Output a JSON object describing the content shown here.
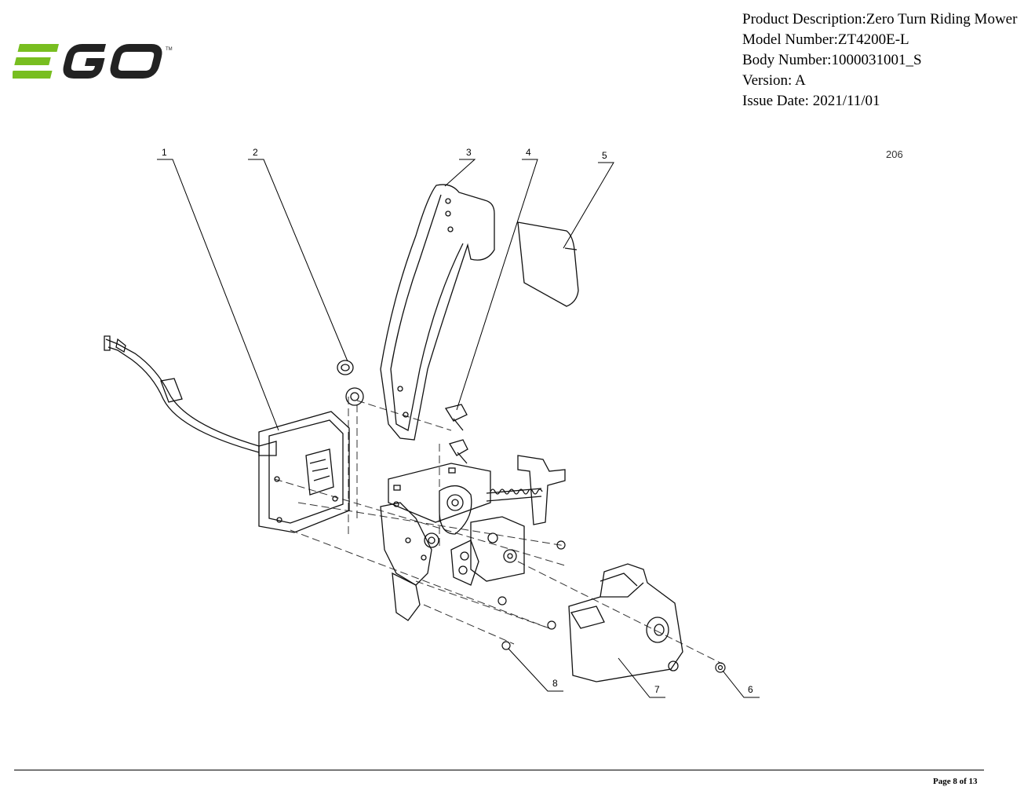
{
  "brand": {
    "logo_text": "EGO",
    "logo_mark": "TM",
    "logo_color": "#78be20",
    "logo_dark": "#222222"
  },
  "header": {
    "product_description": "Product Description:Zero Turn Riding Mower",
    "model_number": "Model Number:ZT4200E-L",
    "body_number": "Body Number:1000031001_S",
    "version": "Version: A",
    "issue_date": "Issue Date: 2021/11/01"
  },
  "diagram": {
    "ref_code": "206",
    "callouts": [
      "1",
      "2",
      "3",
      "4",
      "5",
      "6",
      "7",
      "8"
    ]
  },
  "footer": {
    "page": "Page 8 of 13"
  }
}
